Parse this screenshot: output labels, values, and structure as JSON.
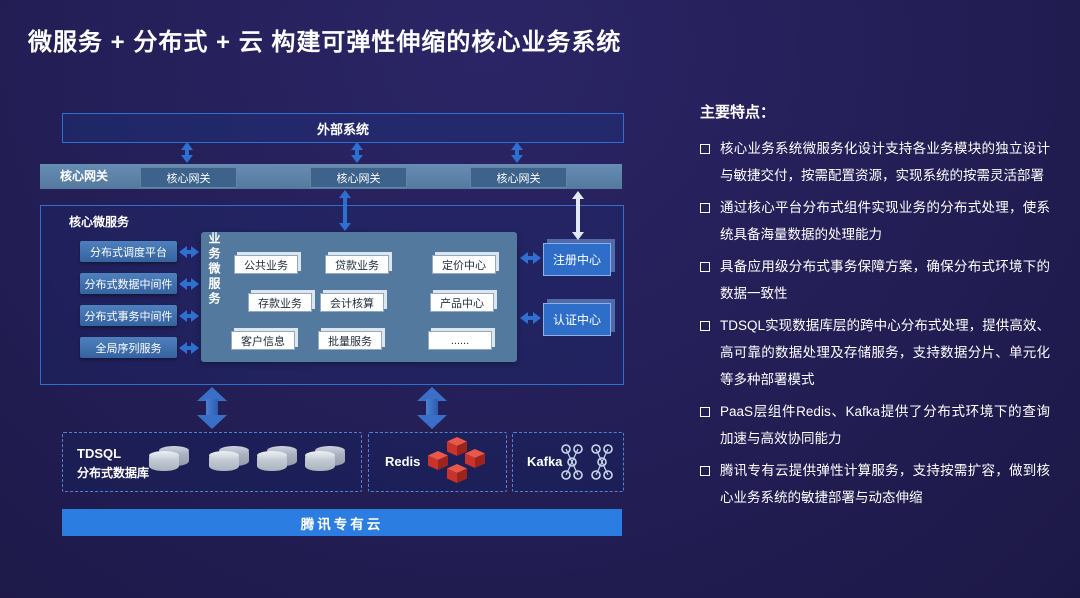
{
  "title": "微服务 + 分布式 + 云 构建可弹性伸缩的核心业务系统",
  "diagram": {
    "external_system": "外部系统",
    "gateway": {
      "label": "核心网关",
      "nodes": [
        "核心网关",
        "核心网关",
        "核心网关"
      ]
    },
    "core": {
      "label": "核心微服务",
      "middleware": [
        "分布式调度平台",
        "分布式数据中间件",
        "分布式事务中间件",
        "全局序列服务"
      ],
      "business": {
        "label": "业务微服务",
        "services": [
          "公共业务",
          "贷款业务",
          "定价中心",
          "存款业务",
          "会计核算",
          "产品中心",
          "客户信息",
          "批量服务",
          "......"
        ]
      },
      "registry": [
        "注册中心",
        "认证中心"
      ]
    },
    "data_layer": {
      "tdsql_name": "TDSQL",
      "tdsql_desc": "分布式数据库",
      "redis_label": "Redis",
      "kafka_label": "Kafka"
    },
    "cloud_bar": "腾讯专有云"
  },
  "features": {
    "heading": "主要特点：",
    "items": [
      "核心业务系统微服务化设计支持各业务模块的独立设计与敏捷交付，按需配置资源，实现系统的按需灵活部署",
      "通过核心平台分布式组件实现业务的分布式处理，使系统具备海量数据的处理能力",
      "具备应用级分布式事务保障方案，确保分布式环境下的数据一致性",
      "TDSQL实现数据库层的跨中心分布式处理，提供高效、高可靠的数据处理及存储服务，支持数据分片、单元化等多种部署模式",
      "PaaS层组件Redis、Kafka提供了分布式环境下的查询加速与高效协同能力",
      "腾讯专有云提供弹性计算服务，支持按需扩容，做到核心业务系统的敏捷部署与动态伸缩"
    ]
  },
  "colors": {
    "background": "#231e55",
    "border_blue": "#2f6fd0",
    "arrow_blue": "#2e6fd0",
    "big_arrow_blue": "#3a6fc8",
    "white_arrow": "#e2eaf4",
    "gateway_band": "#54799e",
    "gateway_node": "#3d628b",
    "middleware_top": "#4e80bd",
    "middleware_bottom": "#35639f",
    "panel_blue": "#54799e",
    "registry_blue": "#2e6ec9",
    "cloud_bar": "#2b7de2",
    "redis_red": "#d23c34"
  }
}
